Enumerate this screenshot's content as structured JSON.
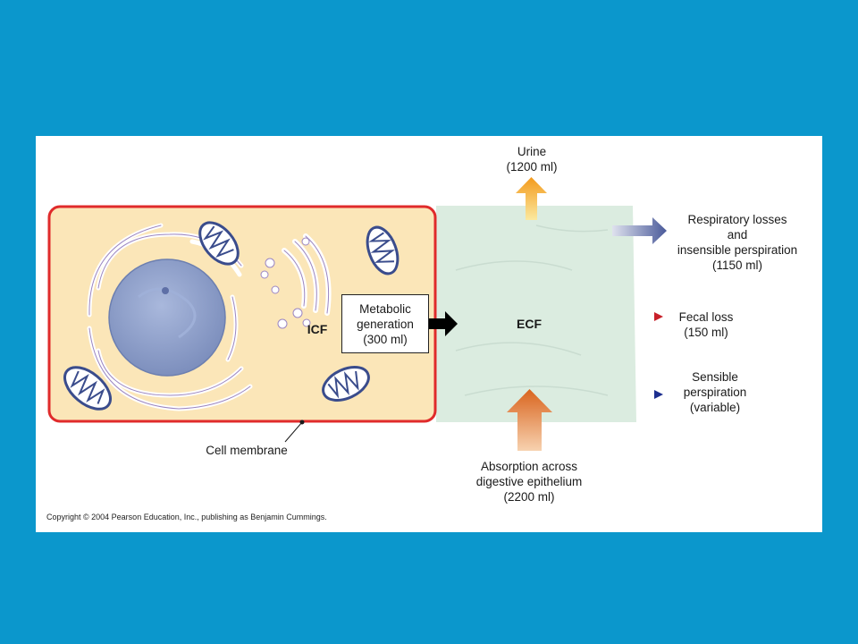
{
  "labels": {
    "urine": [
      "Urine",
      "(1200 ml)"
    ],
    "respiratory": [
      "Respiratory losses",
      "and",
      "insensible perspiration",
      "(1150 ml)"
    ],
    "fecal": [
      "Fecal loss",
      "(150 ml)"
    ],
    "sensible": [
      "Sensible",
      "perspiration",
      "(variable)"
    ],
    "absorption": [
      "Absorption across",
      "digestive epithelium",
      "(2200 ml)"
    ],
    "metabolic": [
      "Metabolic",
      "generation",
      "(300 ml)"
    ],
    "icf": "ICF",
    "ecf": "ECF",
    "cell_membrane": "Cell membrane"
  },
  "copyright": "Copyright © 2004 Pearson Education, Inc., publishing as Benjamin Cummings.",
  "colors": {
    "slide_background": "#0b97cc",
    "cell_fill": "#fbe6b8",
    "cell_border": "#e02b2b",
    "ecf_fill": "#dbece0",
    "nucleus": "#8a9cc6",
    "fecal_arrow": "#c8202a",
    "sensible_arrow": "#1d2f8f"
  }
}
